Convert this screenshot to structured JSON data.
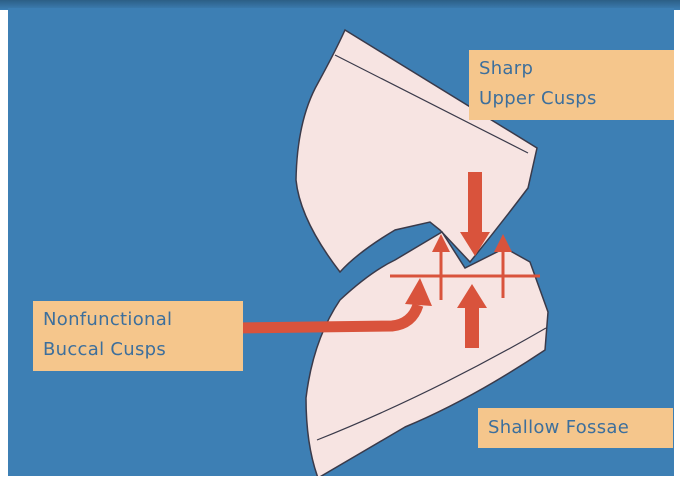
{
  "labels": {
    "sharp_upper_cusps": [
      "Sharp",
      "Upper Cusps"
    ],
    "nonfunctional_buccal_cusps": [
      "Nonfunctional",
      "Buccal Cusps"
    ],
    "shallow_fossae": "Shallow Fossae"
  },
  "colors": {
    "background": "#3d7fb4",
    "tooth": "#f7e4e2",
    "label_fill": "#f5c68c",
    "label_text": "#3d6f9c",
    "arrow": "#d9533c"
  }
}
